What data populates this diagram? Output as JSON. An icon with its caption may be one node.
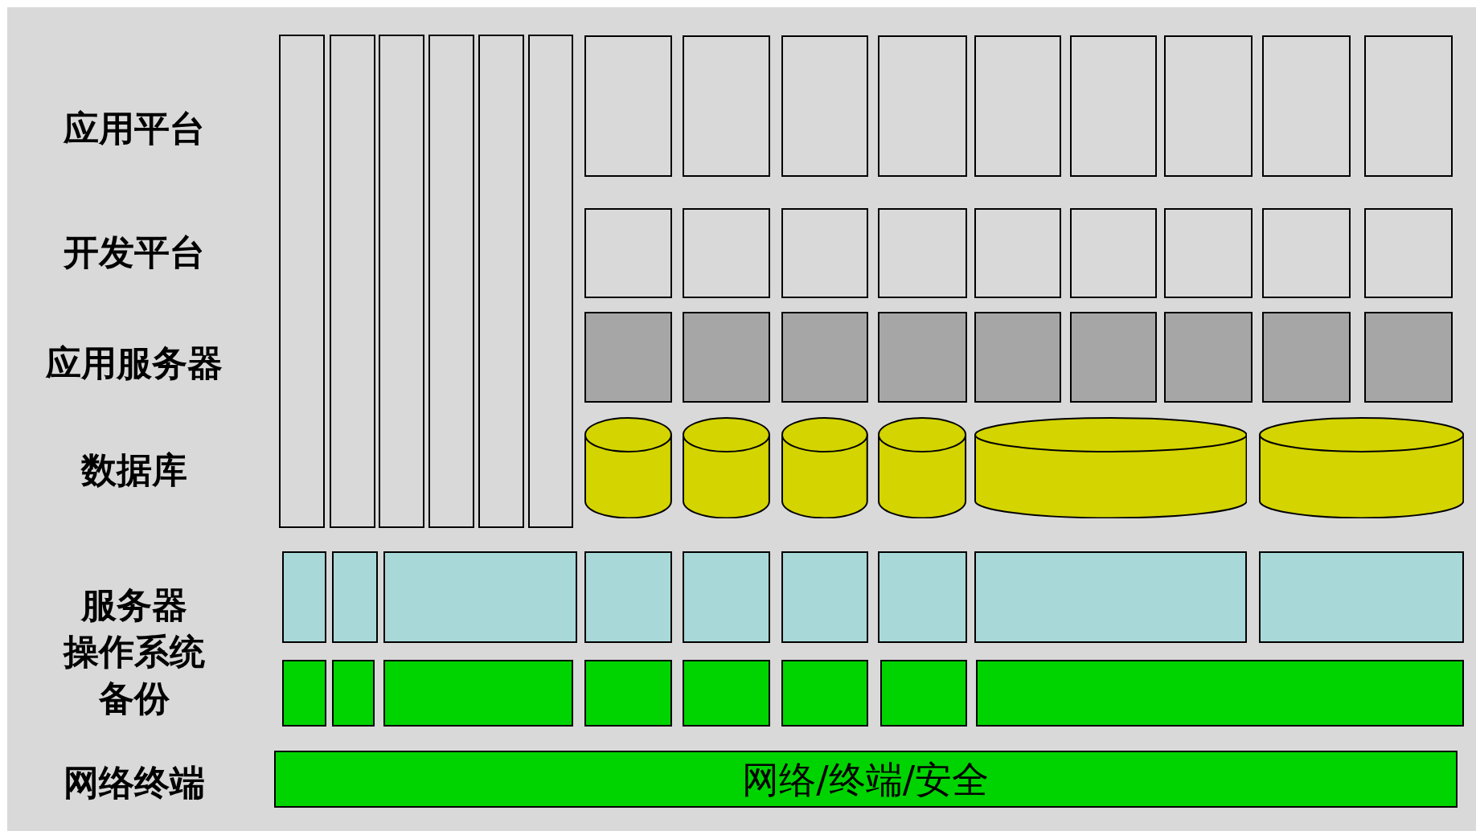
{
  "diagram": {
    "nodes": [
      {
        "text": [],
        "shape": "box"
      },
      {
        "text": [],
        "shape": "box"
      },
      {
        "text": [],
        "shape": "box"
      },
      {
        "text": [],
        "shape": "box"
      },
      {
        "text": [],
        "shape": "box"
      },
      {
        "text": [],
        "shape": "box"
      },
      {
        "text": [],
        "shape": "box"
      },
      {
        "text": [],
        "shape": "box"
      },
      {
        "text": [],
        "shape": "box"
      },
      {
        "text": [],
        "shape": "box"
      },
      {
        "text": [],
        "shape": "box"
      },
      {
        "text": [],
        "shape": "box"
      },
      {
        "text": [],
        "shape": "box"
      },
      {
        "text": [],
        "shape": "box"
      },
      {
        "text": [],
        "shape": "box"
      },
      {
        "text": [],
        "shape": "box"
      },
      {
        "text": [],
        "shape": "box"
      },
      {
        "text": [],
        "shape": "box"
      },
      {
        "text": [],
        "shape": "box"
      },
      {
        "text": [],
        "shape": "box"
      },
      {
        "text": [],
        "shape": "box"
      },
      {
        "text": [],
        "shape": "box"
      },
      {
        "text": [],
        "shape": "box"
      },
      {
        "text": [],
        "shape": "box"
      },
      {
        "text": [],
        "shape": "box"
      },
      {
        "text": [],
        "shape": "box"
      },
      {
        "text": [],
        "shape": "box"
      },
      {
        "text": [],
        "shape": "box"
      },
      {
        "text": [],
        "shape": "box"
      },
      {
        "text": [],
        "shape": "box"
      },
      {
        "text": [],
        "shape": "box"
      },
      {
        "text": [],
        "shape": "box"
      },
      {
        "text": [],
        "shape": "box"
      },
      {
        "text": [],
        "shape": "cylinder"
      },
      {
        "text": [],
        "shape": "cylinder"
      },
      {
        "text": [],
        "shape": "cylinder"
      },
      {
        "text": [],
        "shape": "cylinder"
      },
      {
        "text": [],
        "shape": "cylinder"
      },
      {
        "text": [],
        "shape": "cylinder"
      },
      {
        "text": [],
        "shape": "box"
      },
      {
        "text": [],
        "shape": "box"
      },
      {
        "text": [],
        "shape": "box"
      },
      {
        "text": [],
        "shape": "box"
      },
      {
        "text": [],
        "shape": "box"
      },
      {
        "text": [],
        "shape": "box"
      },
      {
        "text": [],
        "shape": "box"
      },
      {
        "text": [],
        "shape": "box"
      },
      {
        "text": [],
        "shape": "box"
      },
      {
        "text": [],
        "shape": "box"
      },
      {
        "text": [],
        "shape": "box"
      },
      {
        "text": [],
        "shape": "box"
      },
      {
        "text": [],
        "shape": "box"
      },
      {
        "text": [],
        "shape": "box"
      },
      {
        "text": [],
        "shape": "box"
      },
      {
        "text": [],
        "shape": "box"
      },
      {
        "text": [],
        "shape": "box"
      },
      {
        "text": [
          "网络/终端/安全"
        ]
      }
    ],
    "edges": [],
    "labels": [
      "应用平台",
      "开发平台",
      "应用服务器",
      "数据库",
      "服务器",
      "操作系统",
      "备份",
      "网络终端"
    ]
  }
}
